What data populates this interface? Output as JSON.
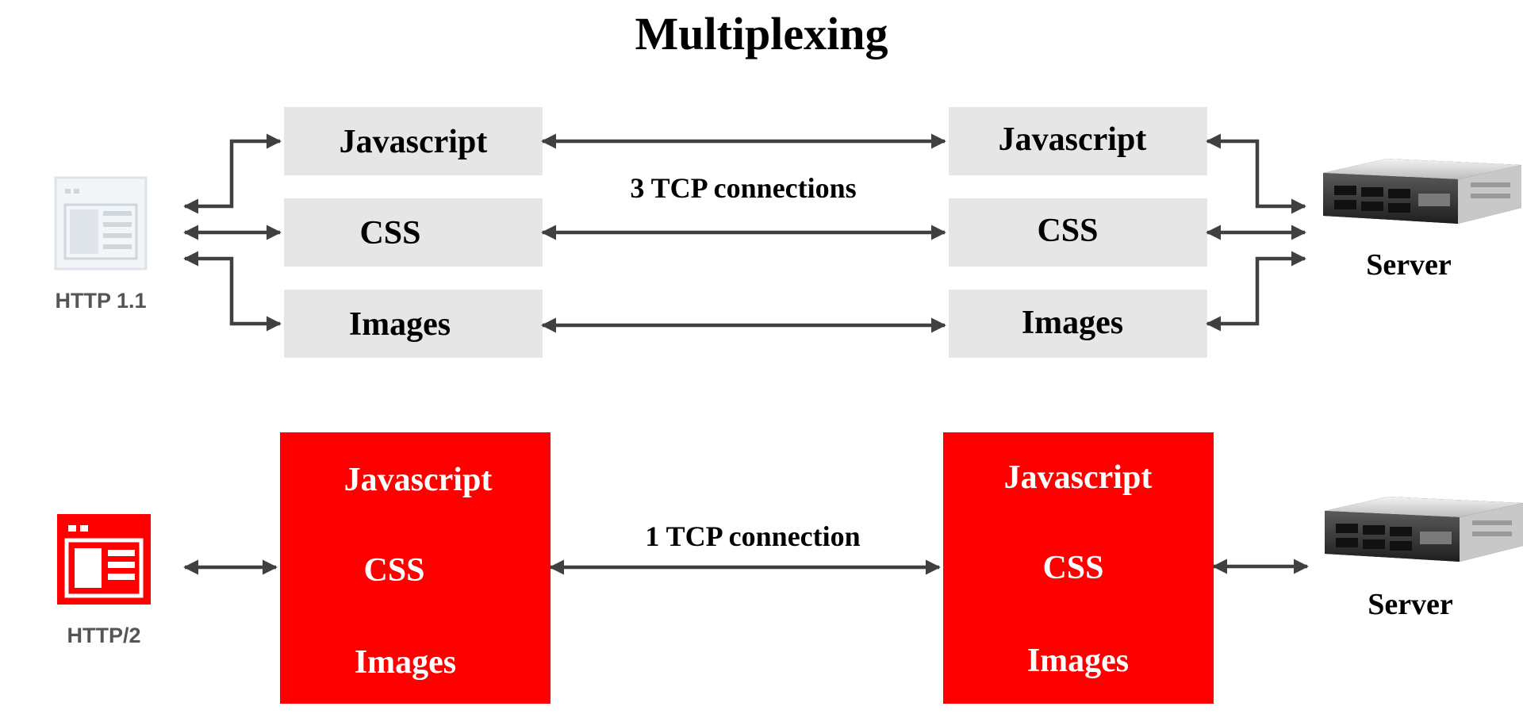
{
  "title": "Multiplexing",
  "http1": {
    "client_label": "HTTP 1.1",
    "client_boxes": [
      "Javascript",
      "CSS",
      "Images"
    ],
    "server_boxes": [
      "Javascript",
      "CSS",
      "Images"
    ],
    "connection_label": "3 TCP connections",
    "server_label": "Server"
  },
  "http2": {
    "client_label": "HTTP/2",
    "client_box_items": [
      "Javascript",
      "CSS",
      "Images"
    ],
    "server_box_items": [
      "Javascript",
      "CSS",
      "Images"
    ],
    "connection_label": "1 TCP connection",
    "server_label": "Server"
  },
  "colors": {
    "http2_red": "#ff0000",
    "http1_box_gray": "#e6e6e6",
    "arrow_gray": "#404040"
  },
  "icons": [
    "browser-window-icon",
    "server-rack-icon"
  ]
}
